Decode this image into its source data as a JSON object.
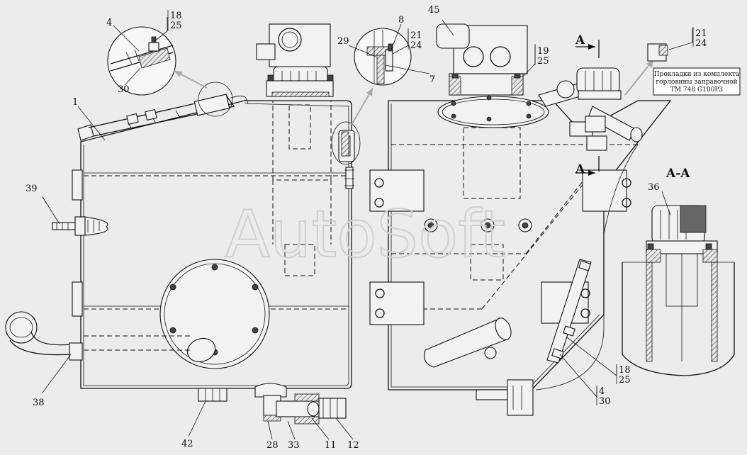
{
  "watermark": "AutoSoft",
  "section_marks": {
    "a_top": "A",
    "a_bottom": "A",
    "section_title": "A-A"
  },
  "note": {
    "line1": "Прокладки из комплекта",
    "line2": "горловины заправочной",
    "line3": "ТМ 748 G100Р3"
  },
  "callouts": {
    "c1": "1",
    "c4_top": "4",
    "c30_top": "30",
    "c18_top": "18",
    "c25_top": "25",
    "c39": "39",
    "c38": "38",
    "c42": "42",
    "c28": "28",
    "c33": "33",
    "c11": "11",
    "c12": "12",
    "c29": "29",
    "c8": "8",
    "c21_mid": "21",
    "c24_mid": "24",
    "c7": "7",
    "c45": "45",
    "c19": "19",
    "c25_mid": "25",
    "c21_right": "21",
    "c24_right": "24",
    "c36": "36",
    "c18_bot": "18",
    "c25_bot": "25",
    "c4_bot": "4",
    "c30_bot": "30"
  }
}
